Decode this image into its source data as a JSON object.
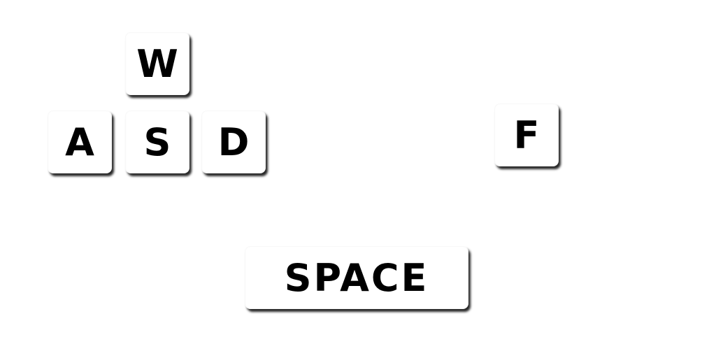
{
  "keys": {
    "w": "W",
    "a": "A",
    "s": "S",
    "d": "D",
    "f": "F",
    "space": "SPACE"
  }
}
